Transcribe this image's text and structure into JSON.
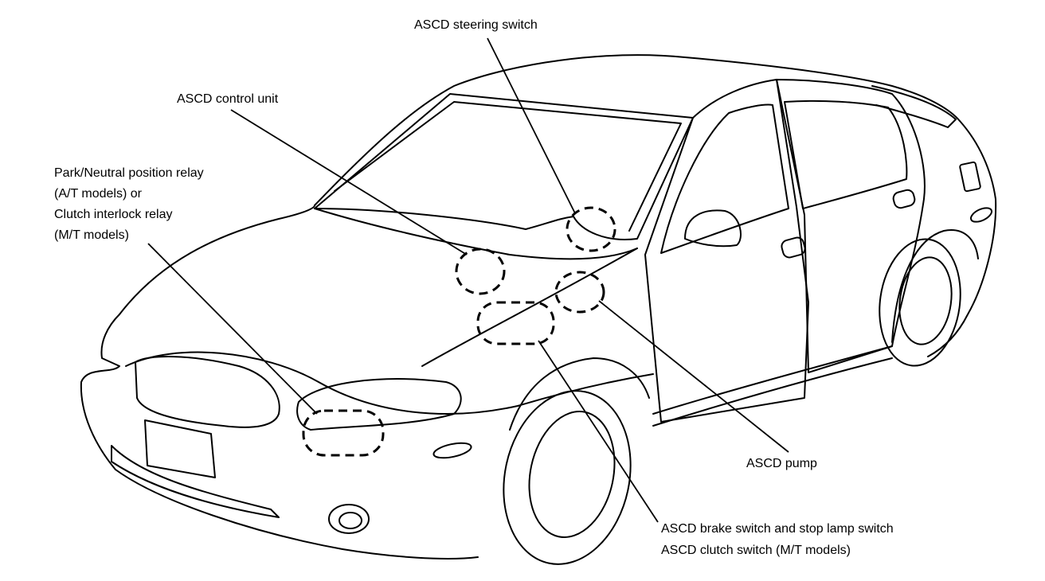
{
  "labels": {
    "steering_switch": "ASCD steering switch",
    "control_unit": "ASCD control unit",
    "relay_line1": "Park/Neutral position relay",
    "relay_line2": "(A/T models) or",
    "relay_line3": "Clutch interlock relay",
    "relay_line4": "(M/T models)",
    "pump": "ASCD pump",
    "brake_line1": "ASCD brake switch and stop lamp switch",
    "brake_line2": "ASCD clutch switch (M/T models)"
  }
}
